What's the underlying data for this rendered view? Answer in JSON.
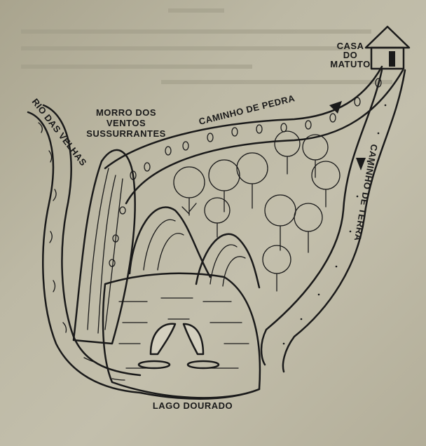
{
  "map": {
    "labels": {
      "house": [
        "CASA",
        "DO",
        "MATUTO"
      ],
      "river": "RIO DAS VELHAS",
      "hill": [
        "MORRO DOS",
        "VENTOS",
        "SUSSURRANTES"
      ],
      "stone_path": "CAMINHO DE PEDRA",
      "dirt_path": "CAMINHO DE TERRA",
      "lake": "LAGO DOURADO"
    },
    "colors": {
      "paper": "#bdb9a5",
      "ink": "#1a1a1a"
    }
  }
}
